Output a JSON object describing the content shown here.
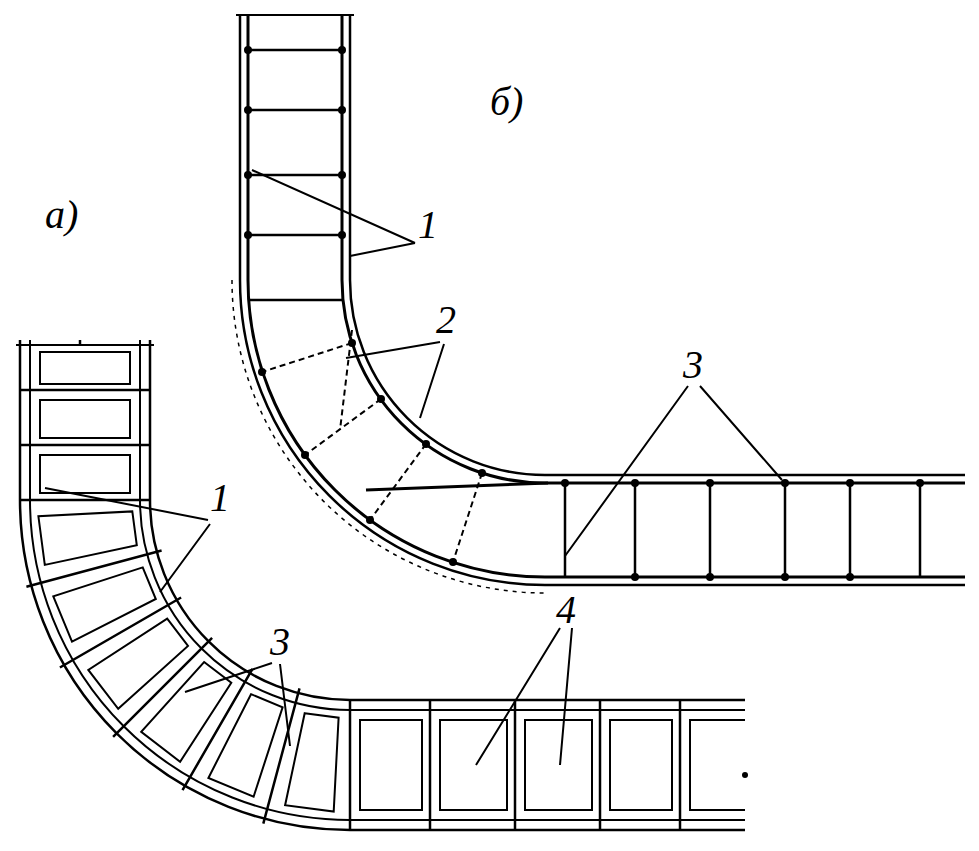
{
  "diagram": {
    "labels": [
      "б)",
      "1",
      "а)",
      "2",
      "3",
      "1",
      "3",
      "4"
    ]
  }
}
